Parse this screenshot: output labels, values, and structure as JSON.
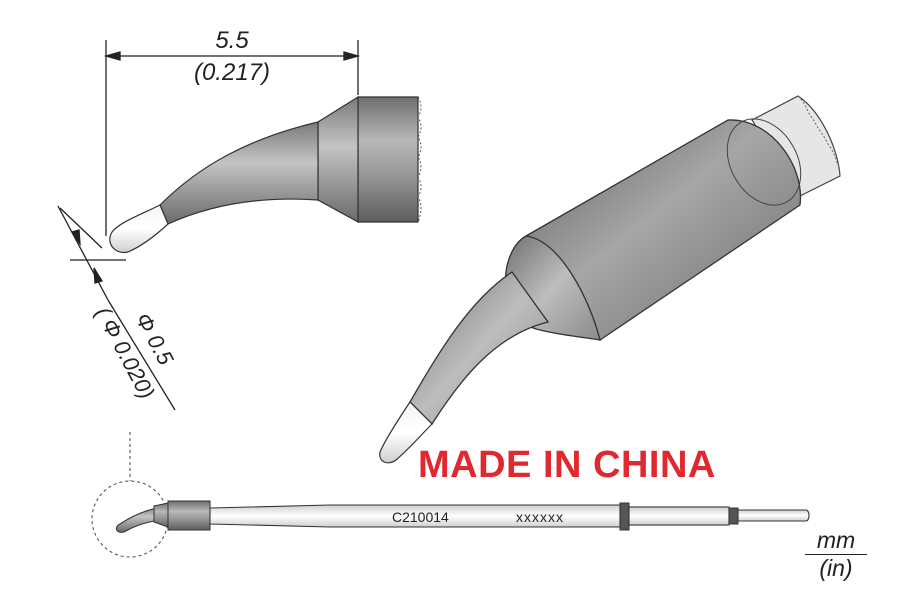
{
  "dimensions": {
    "length_mm": "5.5",
    "length_in": "(0.217)",
    "diameter_mm": "Φ 0.5",
    "diameter_in": "( Φ 0.020)"
  },
  "labels": {
    "origin": "MADE IN CHINA",
    "part_number": "C210014",
    "serial": "xxxxxx"
  },
  "units": {
    "metric": "mm",
    "imperial": "(in)"
  },
  "colors": {
    "origin_text": "#e0282e",
    "body_gray": "#8e8e8e",
    "tip_light": "#c8c8c8"
  }
}
